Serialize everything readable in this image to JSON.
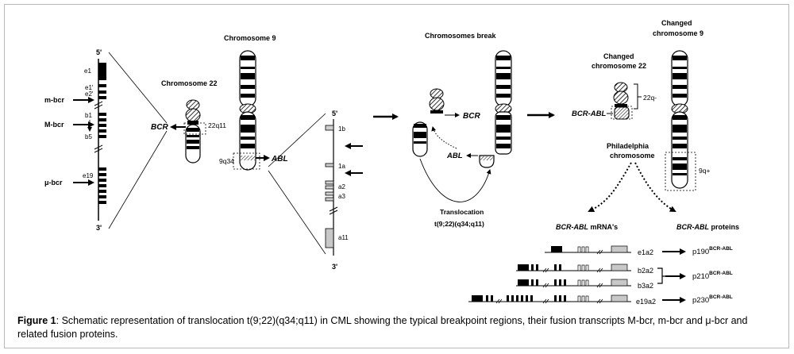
{
  "figure": {
    "caption_label": "Figure 1",
    "caption_text": ": Schematic representation of translocation t(9;22)(q34;q11) in CML showing the typical breakpoint regions, their fusion transcripts M-bcr, m-bcr and μ-bcr and related fusion proteins."
  },
  "bcr_gene": {
    "five_prime": "5'",
    "three_prime": "3'",
    "exons": [
      "e1",
      "e1'",
      "e2'",
      "b1",
      "b5",
      "e19"
    ],
    "regions": [
      "m-bcr",
      "M-bcr",
      "μ-bcr"
    ]
  },
  "chr22": {
    "title": "Chromosome 22",
    "band": "22q11",
    "gene": "BCR"
  },
  "chr9": {
    "title": "Chromosome 9",
    "band": "9q34",
    "gene": "ABL"
  },
  "abl_gene": {
    "five_prime": "5'",
    "three_prime": "3'",
    "exons": [
      "1b",
      "1a",
      "a2",
      "a3",
      "a11"
    ]
  },
  "break": {
    "title": "Chromosomes break",
    "bcr": "BCR",
    "abl": "ABL",
    "translocation_title": "Translocation",
    "translocation_code": "t(9;22)(q34;q11)"
  },
  "changed22": {
    "title_line1": "Changed",
    "title_line2": "chromosome 22",
    "band": "22q-",
    "fusion": "BCR-ABL",
    "ph_line1": "Philadelphia",
    "ph_line2": "chromosome"
  },
  "changed9": {
    "title_line1": "Changed",
    "title_line2": "chromosome 9",
    "band": "9q+"
  },
  "products": {
    "mrna_italic": "BCR-ABL",
    "mrna_rest": " mRNA's",
    "protein_italic": "BCR-ABL",
    "protein_rest": "  proteins",
    "transcripts": [
      "e1a2",
      "b2a2",
      "b3a2",
      "e19a2"
    ],
    "protein_base": [
      "p190",
      "p210",
      "p230"
    ],
    "protein_sup": "BCR-ABL"
  }
}
